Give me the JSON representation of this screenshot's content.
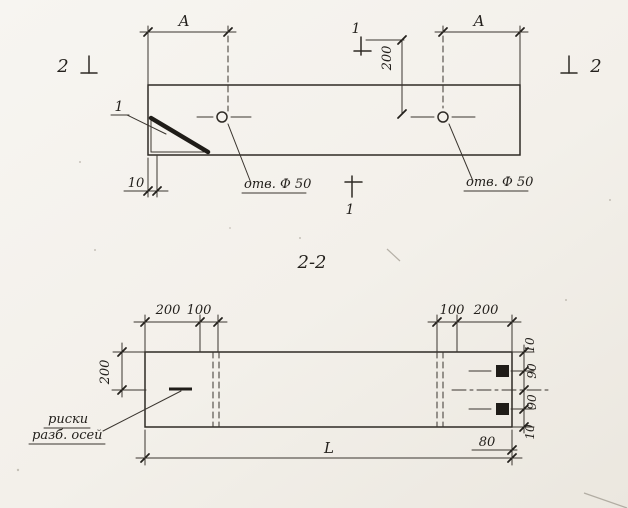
{
  "top_view": {
    "dim_a_left": "A",
    "dim_a_right": "A",
    "section2_left": "2",
    "section2_right": "2",
    "section1_top": "1",
    "section1_bottom": "1",
    "detail_ref": "1",
    "dim_vert_200": "200",
    "dim_10": "10",
    "hole_label_left": "отв. Ф 50",
    "hole_label_right": "отв. Ф 50"
  },
  "section_view": {
    "title": "2-2",
    "dims_top_left": [
      "200",
      "100"
    ],
    "dims_top_right": [
      "100",
      "200"
    ],
    "dim_left_200": "200",
    "note_line1": "риски",
    "note_line2": "разб. осей",
    "dim_length": "L",
    "dim_80": "80",
    "dims_right": [
      "10",
      "90",
      "90",
      "10"
    ]
  }
}
